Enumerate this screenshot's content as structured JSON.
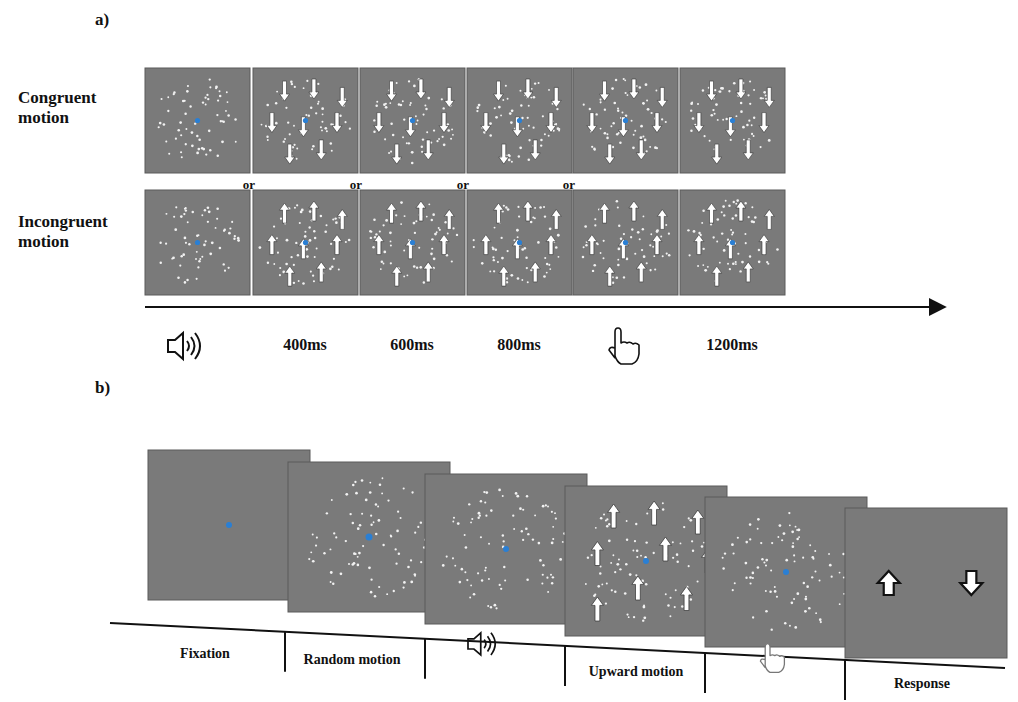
{
  "diagram": {
    "labels": [
      "a)",
      "Congruent motion",
      "Incongruent motion",
      "or",
      "or",
      "or",
      "or",
      "400ms",
      "600ms",
      "800ms",
      "1200ms",
      "b)",
      "Fixation",
      "Random motion",
      "Upward motion",
      "Response"
    ]
  }
}
